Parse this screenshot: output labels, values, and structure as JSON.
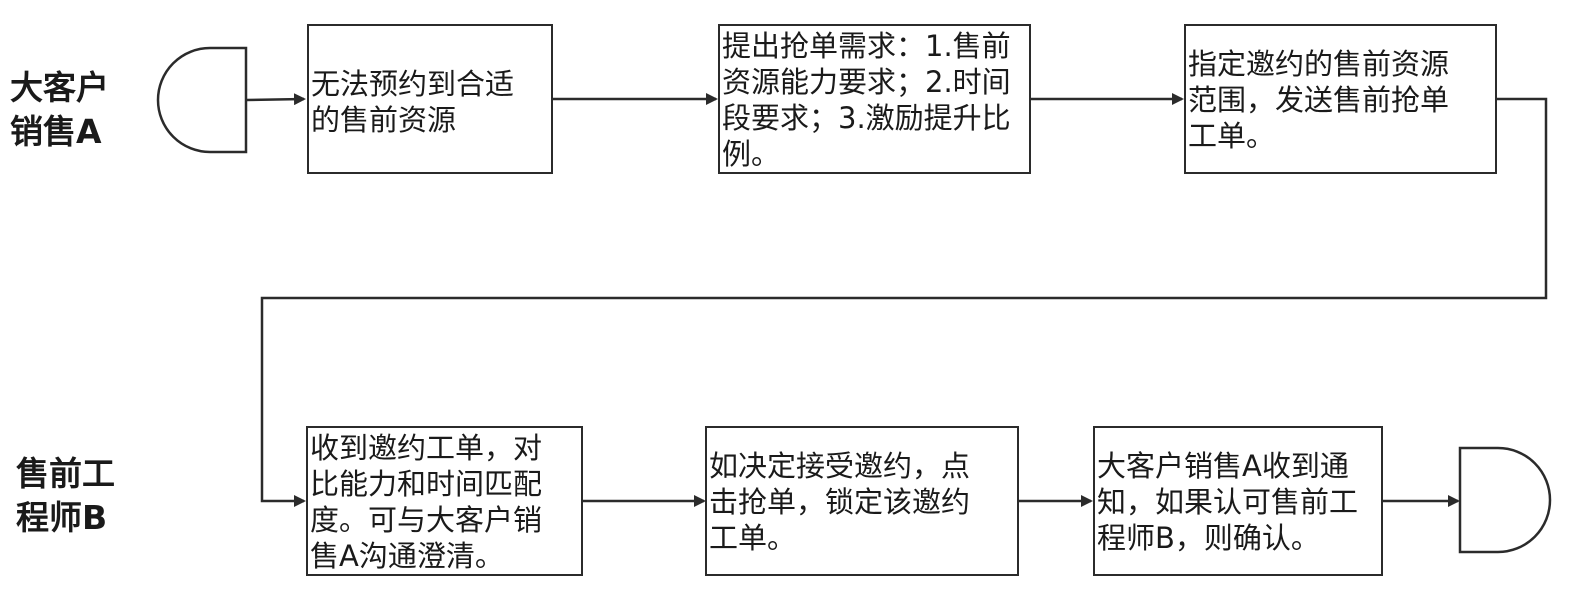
{
  "lanes": {
    "sales": {
      "line1": "大客户",
      "line2": "销售A"
    },
    "engineer": {
      "line1": "售前工",
      "line2": "程师B"
    }
  },
  "steps": {
    "s1": {
      "lines": [
        "无法预约到合适",
        "的售前资源"
      ]
    },
    "s2": {
      "lines": [
        "提出抢单需求：1.售前",
        "资源能力要求；2.时间",
        "段要求；3.激励提升比",
        "例。"
      ]
    },
    "s3": {
      "lines": [
        "指定邀约的售前资源",
        "范围，发送售前抢单",
        "工单。"
      ]
    },
    "s4": {
      "lines": [
        "收到邀约工单，对",
        "比能力和时间匹配",
        "度。可与大客户销",
        "售A沟通澄清。"
      ]
    },
    "s5": {
      "lines": [
        "如决定接受邀约，点",
        "击抢单，锁定该邀约",
        "工单。"
      ]
    },
    "s6": {
      "lines": [
        "大客户销售A收到通",
        "知，如果认可售前工",
        "程师B，则确认。"
      ]
    }
  },
  "colors": {
    "stroke": "#2b2b2b",
    "background": "#ffffff",
    "text": "#1a1a1a"
  },
  "terminals": {
    "start": "start-terminal",
    "end": "end-terminal"
  }
}
